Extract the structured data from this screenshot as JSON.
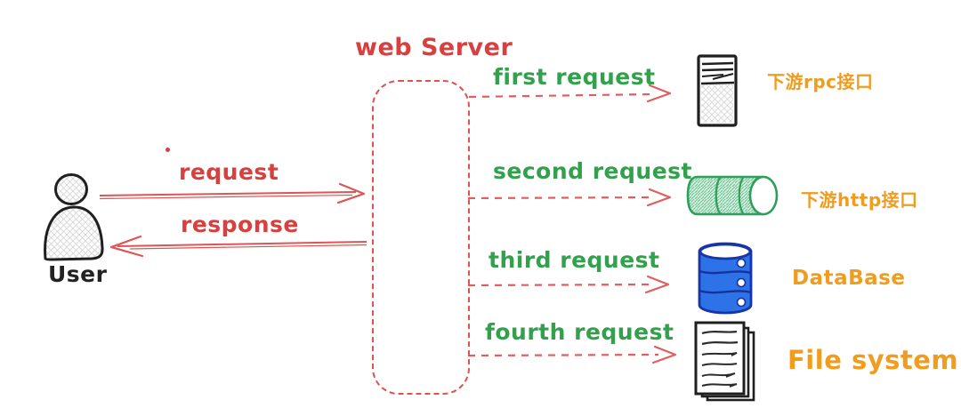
{
  "diagram": {
    "title": "web Server",
    "user": {
      "label": "User"
    },
    "client_flow": {
      "request_label": "request",
      "response_label": "response"
    },
    "server_requests": [
      {
        "label": "first request",
        "target": "下游rpc接口",
        "target_icon": "server-rack-icon"
      },
      {
        "label": "second request",
        "target": "下游http接口",
        "target_icon": "http-pipe-icon"
      },
      {
        "label": "third request",
        "target": "DataBase",
        "target_icon": "database-icon"
      },
      {
        "label": "fourth request",
        "target": "File system",
        "target_icon": "file-stack-icon"
      }
    ],
    "colors": {
      "red": "#d84040",
      "green": "#33a04d",
      "orange": "#f09c1e",
      "database_blue": "#2e72e8",
      "ink": "#222222"
    }
  }
}
